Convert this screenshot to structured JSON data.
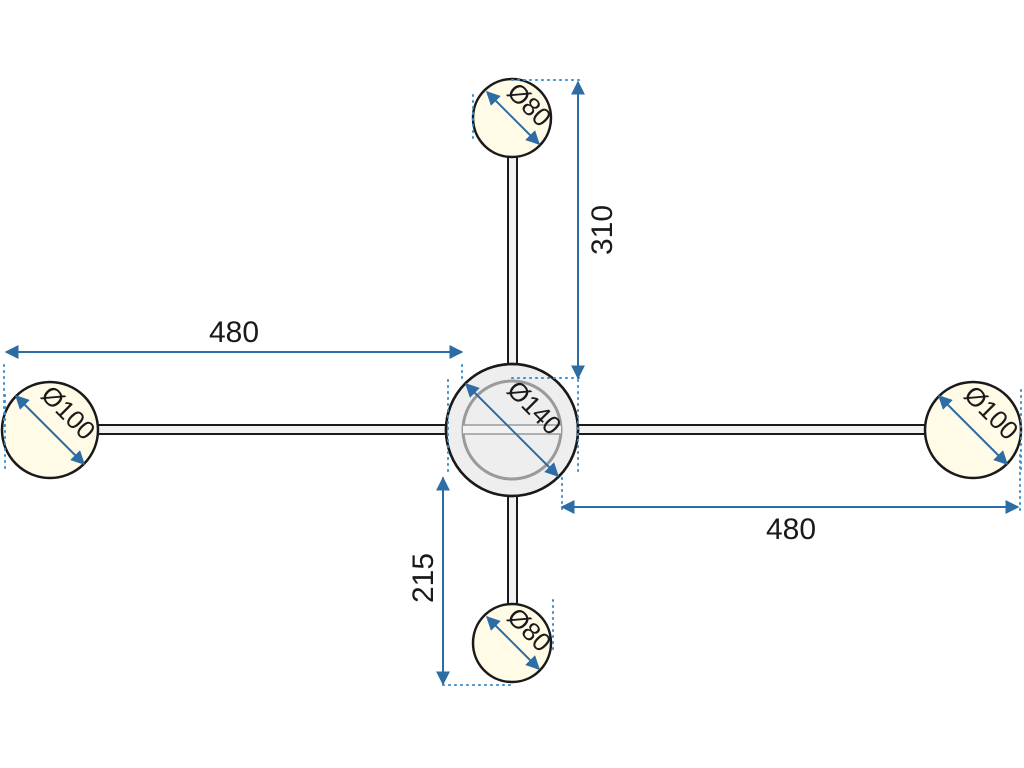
{
  "colors": {
    "dimension": "#2e6ca4",
    "outline": "#1a1a1a",
    "shade_fill": "#fffbe6",
    "canopy_fill": "#eeeeee",
    "dotted_guide": "#3a8fd0"
  },
  "dimensions": {
    "left_arm": "480",
    "right_arm": "480",
    "top_arm": "310",
    "bottom_arm": "215"
  },
  "diameters": {
    "top_shade": "Ø80",
    "bottom_shade": "Ø80",
    "left_shade": "Ø100",
    "right_shade": "Ø100",
    "canopy": "Ø140"
  }
}
